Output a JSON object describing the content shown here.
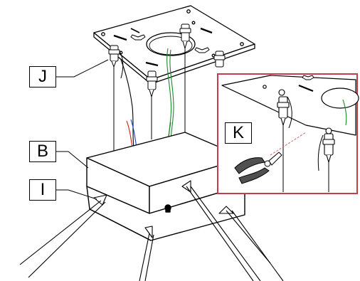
{
  "labels": {
    "J": "J",
    "B": "B",
    "I": "I",
    "K": "K"
  },
  "colors": {
    "line": "#000000",
    "plier_fill": "#505050",
    "inset_border": "#c0404a",
    "wire_red": "#d42020",
    "wire_blue": "#2040c0",
    "wire_green": "#1a8a2a",
    "laser_dash": "#d06060"
  },
  "icons": {
    "pliers": "pliers-icon"
  }
}
